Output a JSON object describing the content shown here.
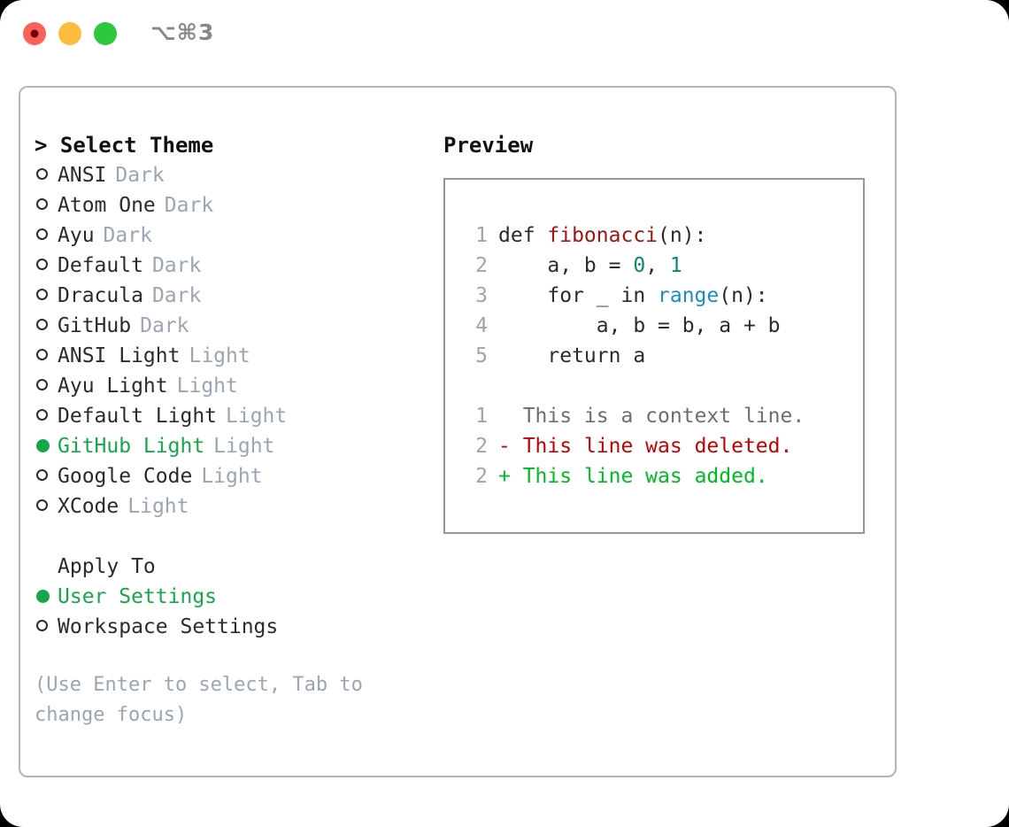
{
  "titlebar": {
    "shortcut": "⌥⌘3",
    "traffic_lights": [
      "close-red",
      "minimize-yellow",
      "maximize-green"
    ]
  },
  "left": {
    "header": "> Select Theme",
    "themes": [
      {
        "bullet": "hollow",
        "name": "ANSI",
        "variant": "Dark",
        "selected": false
      },
      {
        "bullet": "hollow",
        "name": "Atom One",
        "variant": "Dark",
        "selected": false
      },
      {
        "bullet": "hollow",
        "name": "Ayu",
        "variant": "Dark",
        "selected": false
      },
      {
        "bullet": "hollow",
        "name": "Default",
        "variant": "Dark",
        "selected": false
      },
      {
        "bullet": "hollow",
        "name": "Dracula",
        "variant": "Dark",
        "selected": false
      },
      {
        "bullet": "hollow",
        "name": "GitHub",
        "variant": "Dark",
        "selected": false
      },
      {
        "bullet": "hollow",
        "name": "ANSI Light",
        "variant": "Light",
        "selected": false
      },
      {
        "bullet": "hollow",
        "name": "Ayu Light",
        "variant": "Light",
        "selected": false
      },
      {
        "bullet": "hollow",
        "name": "Default Light",
        "variant": "Light",
        "selected": false
      },
      {
        "bullet": "filled",
        "name": "GitHub Light",
        "variant": "Light",
        "selected": true
      },
      {
        "bullet": "hollow",
        "name": "Google Code",
        "variant": "Light",
        "selected": false
      },
      {
        "bullet": "hollow",
        "name": "XCode",
        "variant": "Light",
        "selected": false
      }
    ],
    "apply_to_header": "Apply To",
    "apply_to": [
      {
        "bullet": "filled",
        "name": "User Settings",
        "selected": true
      },
      {
        "bullet": "hollow",
        "name": "Workspace Settings",
        "selected": false
      }
    ],
    "hint": "(Use Enter to select, Tab to change focus)"
  },
  "right": {
    "preview_title": "Preview",
    "code": [
      {
        "lineno": "1",
        "parts": [
          {
            "t": "def ",
            "c": "plain"
          },
          {
            "t": "fibonacci",
            "c": "fn"
          },
          {
            "t": "(n):",
            "c": "plain"
          }
        ]
      },
      {
        "lineno": "2",
        "parts": [
          {
            "t": "    a, b = ",
            "c": "plain"
          },
          {
            "t": "0",
            "c": "num"
          },
          {
            "t": ", ",
            "c": "plain"
          },
          {
            "t": "1",
            "c": "num"
          }
        ]
      },
      {
        "lineno": "3",
        "parts": [
          {
            "t": "    for _ in ",
            "c": "plain"
          },
          {
            "t": "range",
            "c": "call"
          },
          {
            "t": "(n):",
            "c": "plain"
          }
        ]
      },
      {
        "lineno": "4",
        "parts": [
          {
            "t": "        a, b = b, a + b",
            "c": "plain"
          }
        ]
      },
      {
        "lineno": "5",
        "parts": [
          {
            "t": "    return a",
            "c": "plain"
          }
        ]
      }
    ],
    "diff": [
      {
        "lineno": "1",
        "marker": " ",
        "text": " This is a context line.",
        "kind": "ctx"
      },
      {
        "lineno": "2",
        "marker": "-",
        "text": " This line was deleted.",
        "kind": "del"
      },
      {
        "lineno": "2",
        "marker": "+",
        "text": " This line was added.",
        "kind": "add"
      }
    ]
  },
  "colors": {
    "selected_green": "#15a84b",
    "dim_gray": "#9ba5b3",
    "diff_delete": "#c40000",
    "diff_add": "#00bb22",
    "token_function": "#a31515",
    "token_number": "#0c8a6a",
    "token_call": "#1a8cc4",
    "panel_border": "#aeb6c2",
    "preview_border": "#8d99a8"
  }
}
